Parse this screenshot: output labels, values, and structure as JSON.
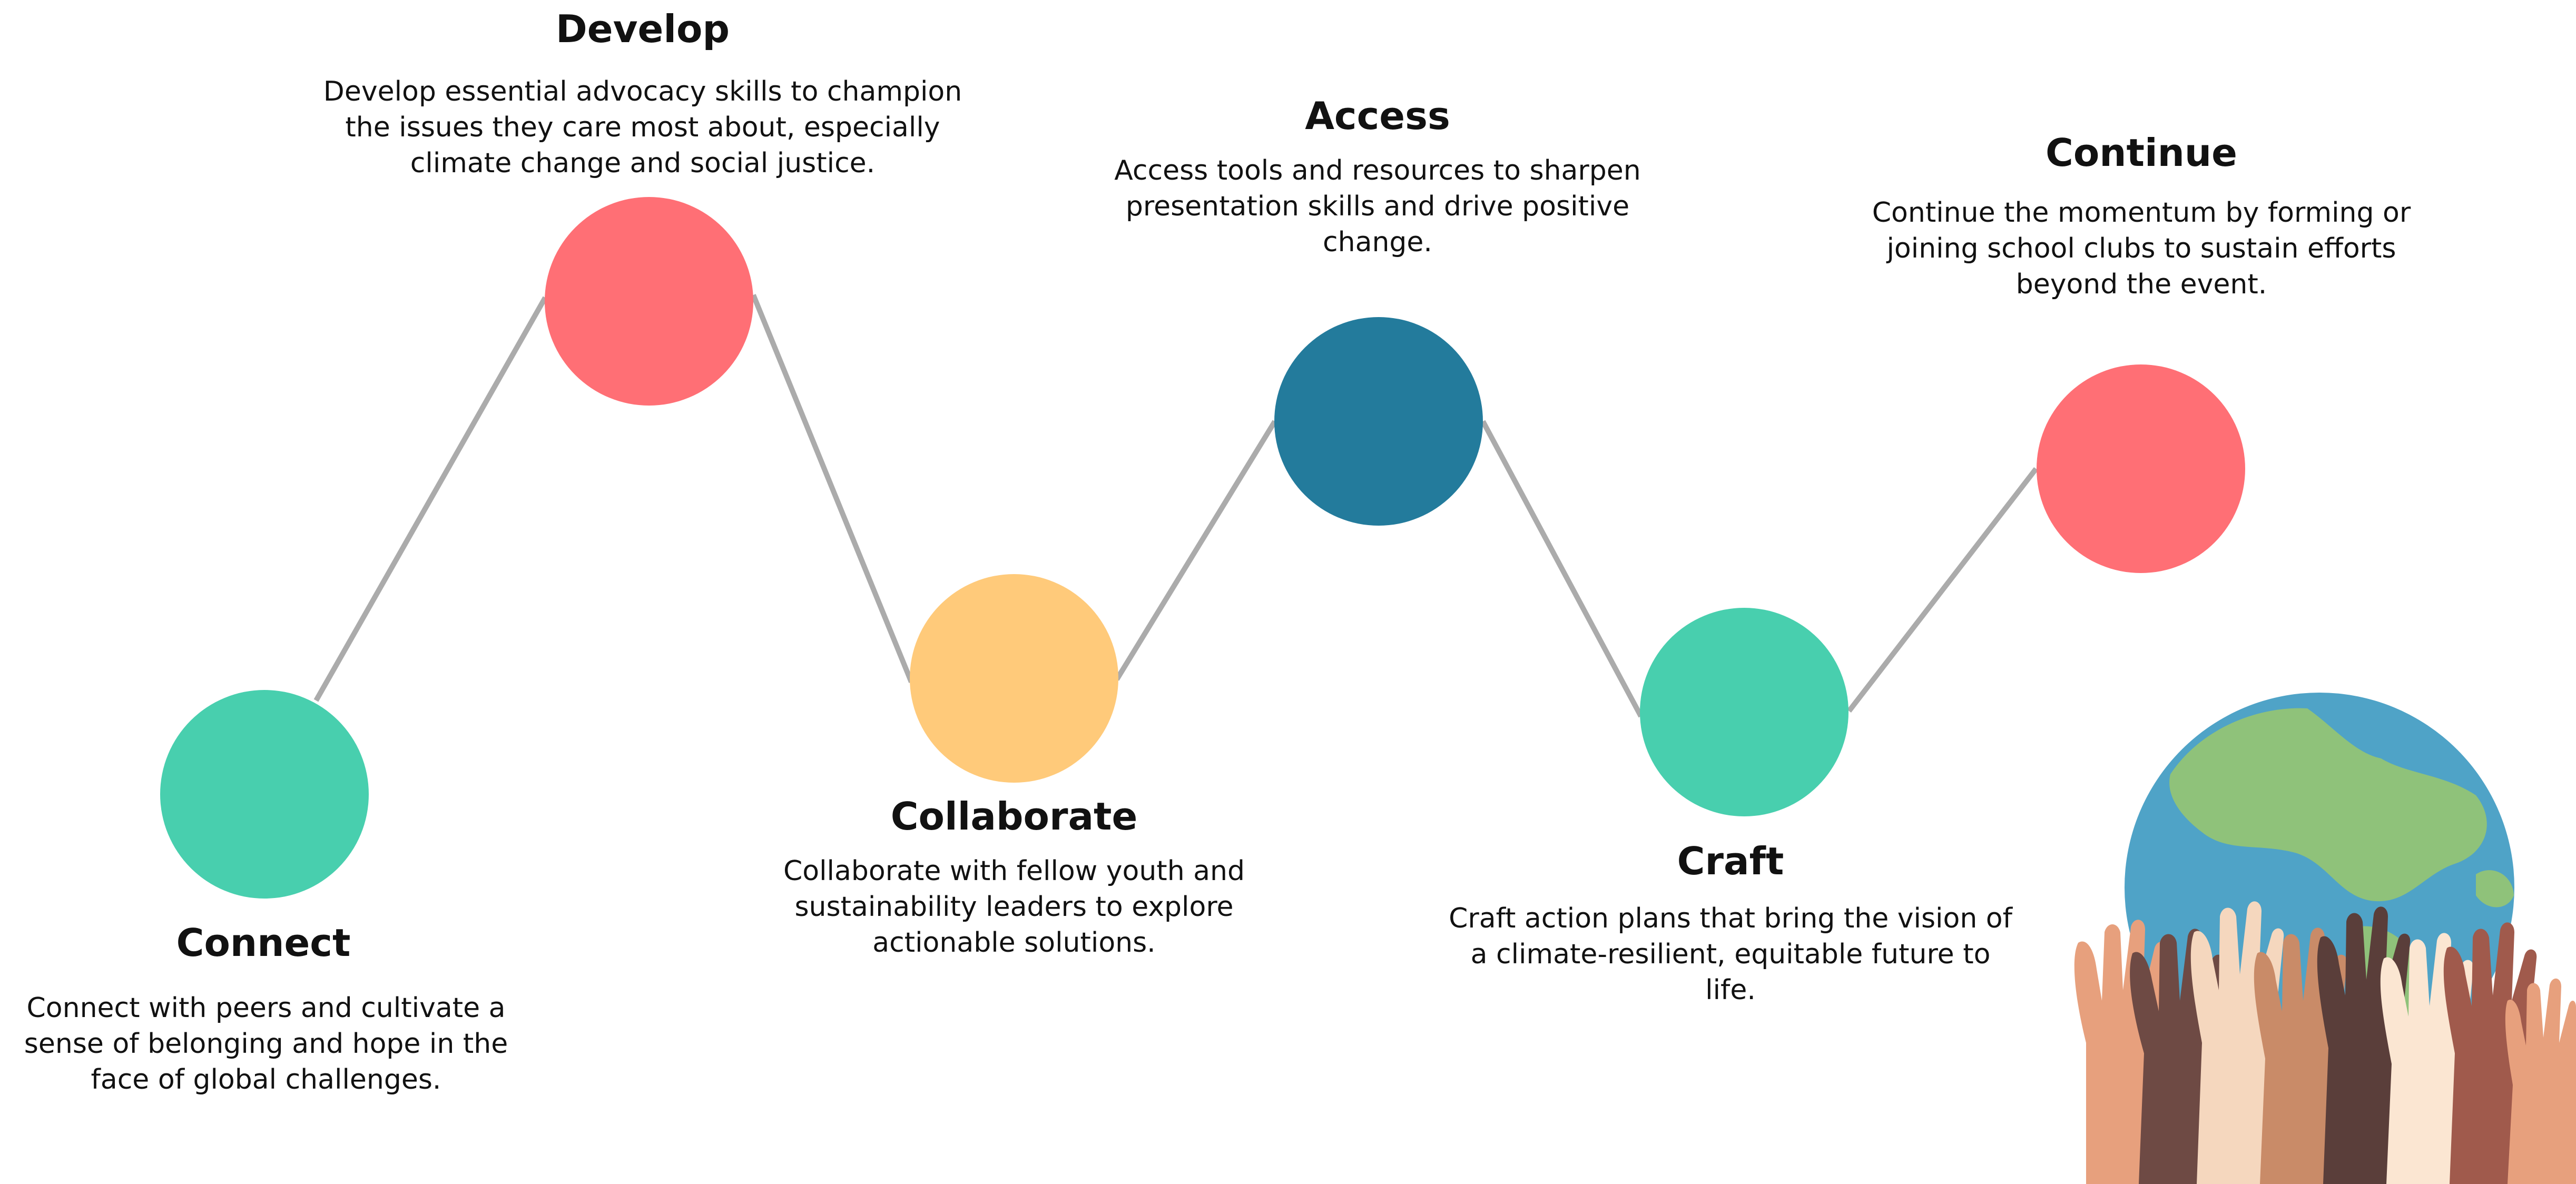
{
  "steps": [
    {
      "title": "Connect",
      "description": "Connect with peers and cultivate a sense of belonging and hope in the face of global challenges.",
      "color": "#48CFAE"
    },
    {
      "title": "Develop",
      "description": "Develop essential advocacy skills to champion the issues they care most about, especially climate change and social justice.",
      "color": "#FF6F75"
    },
    {
      "title": "Collaborate",
      "description": "Collaborate with fellow youth and sustainability leaders to explore actionable solutions.",
      "color": "#FFCA7A"
    },
    {
      "title": "Access",
      "description": "Access tools and resources to sharpen presentation skills and drive positive change.",
      "color": "#237B9C"
    },
    {
      "title": "Craft",
      "description": "Craft action plans that bring the vision of a climate-resilient, equitable future to life.",
      "color": "#48CFAE"
    },
    {
      "title": "Continue",
      "description": "Continue the momentum by forming or joining school clubs to sustain efforts beyond the event.",
      "color": "#FF6F75"
    }
  ],
  "colors": {
    "connector_line": "#ABABAB",
    "globe_ocean": "#4FA3C7",
    "globe_land": "#8FC27A"
  },
  "icons": [
    "globe-icon",
    "raised-hands-icon"
  ]
}
